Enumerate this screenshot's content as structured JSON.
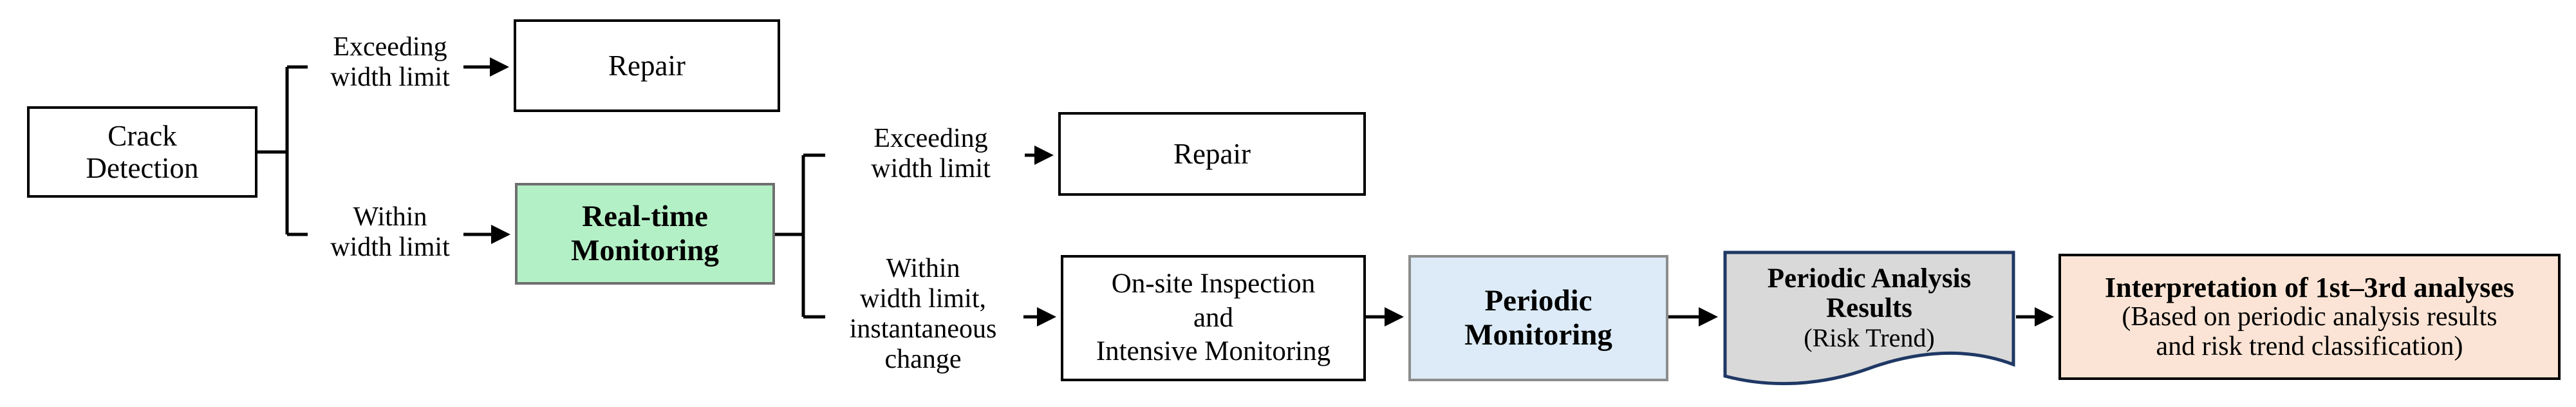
{
  "nodes": {
    "crack_detection": [
      "Crack",
      "Detection"
    ],
    "repair_first": [
      "Repair"
    ],
    "realtime_monitoring": [
      "Real-time",
      "Monitoring"
    ],
    "repair_second": [
      "Repair"
    ],
    "onsite_inspection": [
      "On-site Inspection",
      "and",
      "Intensive Monitoring"
    ],
    "periodic_monitoring": [
      "Periodic",
      "Monitoring"
    ],
    "periodic_results": {
      "title": [
        "Periodic Analysis",
        "Results"
      ],
      "subtitle": "(Risk Trend)"
    },
    "interpretation": {
      "title": "Interpretation of 1st–3rd analyses",
      "body": [
        "(Based on periodic analysis results",
        "and risk trend classification)"
      ]
    }
  },
  "edge_labels": {
    "exceeding_1": [
      "Exceeding",
      "width limit"
    ],
    "within_1": [
      "Within",
      "width limit"
    ],
    "exceeding_2": [
      "Exceeding",
      "width limit"
    ],
    "within_2": [
      "Within",
      "width limit,",
      "instantaneous",
      "change"
    ]
  },
  "colors": {
    "realtime_fill": "#b4f0c6",
    "periodic_monitoring_fill": "#dcebf7",
    "results_fill": "#d9d9d9",
    "results_border": "#1f3864",
    "interpretation_fill": "#fbe4d5"
  }
}
